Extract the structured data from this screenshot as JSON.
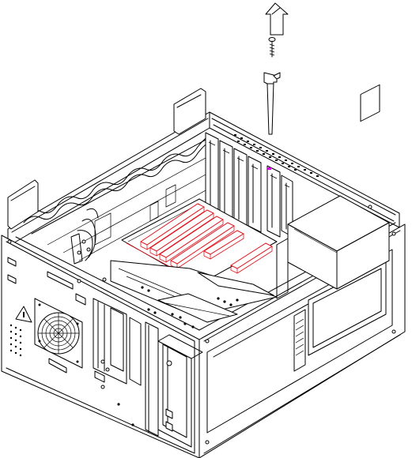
{
  "colors": {
    "line": "#000000",
    "background": "#ffffff",
    "highlight_slots": "#e0141e",
    "indicator": "#d000d0"
  },
  "icons": [
    "up-arrow-icon",
    "screw-icon",
    "fan-grille-icon",
    "warning-triangle-icon"
  ],
  "parts": [
    "chassis-cover-open",
    "expansion-slot-bracket",
    "pci-slots-highlighted",
    "installed-expansion-cards",
    "power-supply",
    "cooling-fan",
    "drive-bays",
    "cd-rom-drive"
  ],
  "highlighted_slot_count": 6
}
